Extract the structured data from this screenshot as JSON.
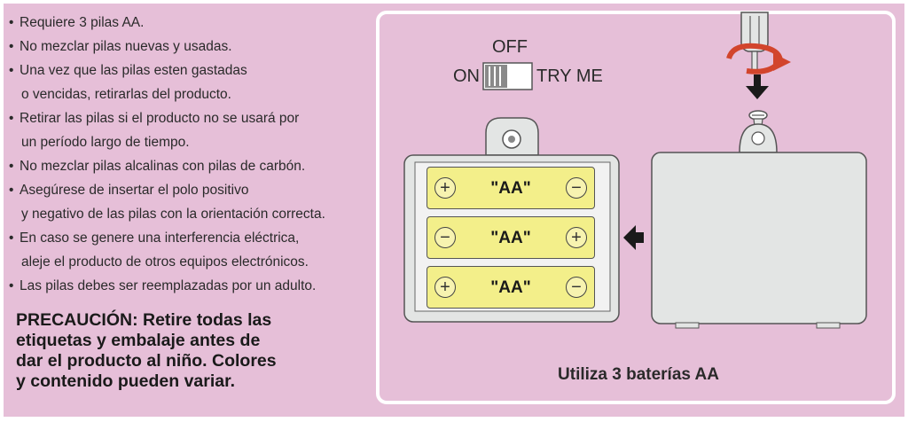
{
  "instructions": [
    {
      "type": "bullet",
      "text": "Requiere 3 pilas AA."
    },
    {
      "type": "bullet",
      "text": "No mezclar pilas nuevas y usadas."
    },
    {
      "type": "bullet",
      "text": "Una vez que las pilas esten gastadas"
    },
    {
      "type": "cont",
      "text": "o vencidas, retirarlas del producto."
    },
    {
      "type": "bullet",
      "text": "Retirar las pilas si el producto no se usará por"
    },
    {
      "type": "cont",
      "text": "un período largo de tiempo."
    },
    {
      "type": "bullet",
      "text": "No mezclar pilas alcalinas con pilas de carbón."
    },
    {
      "type": "bullet",
      "text": "Asegúrese de insertar el polo positivo"
    },
    {
      "type": "cont",
      "text": "y negativo de las pilas con la orientación correcta."
    },
    {
      "type": "bullet",
      "text": "En caso se genere una interferencia eléctrica,"
    },
    {
      "type": "cont",
      "text": "aleje el producto de otros equipos electrónicos."
    },
    {
      "type": "bullet",
      "text": "Las pilas debes ser reemplazadas por un adulto."
    }
  ],
  "warning": {
    "lines": [
      "PRECAUCIÓN: Retire todas las",
      "etiquetas y embalaje antes de",
      "dar el producto al niño. Colores",
      "y contenido pueden variar."
    ]
  },
  "switch": {
    "off_label": "OFF",
    "on_label": "ON",
    "try_me_label": "TRY ME"
  },
  "batteries": [
    {
      "label": "\"AA\"",
      "left_symbol": "+",
      "right_symbol": "−"
    },
    {
      "label": "\"AA\"",
      "left_symbol": "−",
      "right_symbol": "+"
    },
    {
      "label": "\"AA\"",
      "left_symbol": "+",
      "right_symbol": "−"
    }
  ],
  "caption": "Utiliza 3 baterías AA",
  "colors": {
    "background": "#e6bfd8",
    "battery_fill": "#f3ef8a",
    "compartment": "#e3e5e4",
    "arrow_red": "#d2452c"
  },
  "icons": [
    "screwdriver-icon",
    "rotate-arrow-icon",
    "down-arrow-icon",
    "screw-icon",
    "left-arrow-icon"
  ]
}
